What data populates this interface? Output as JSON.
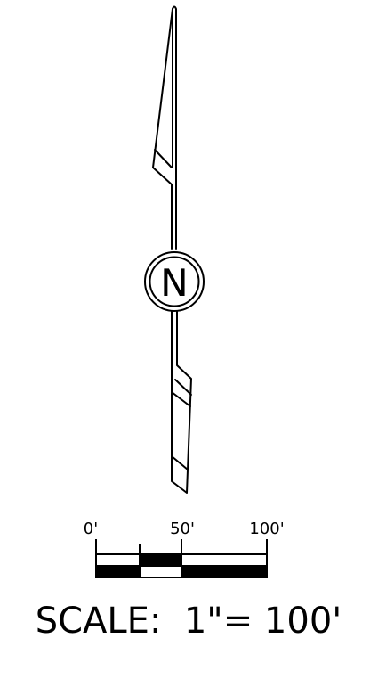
{
  "north_arrow": {
    "letter": "N"
  },
  "scale_bar": {
    "tick_labels": [
      "0'",
      "50'",
      "100'"
    ],
    "scale_text": "SCALE:  1\"= 100'"
  },
  "colors": {
    "ink": "#000000",
    "paper": "#ffffff"
  }
}
